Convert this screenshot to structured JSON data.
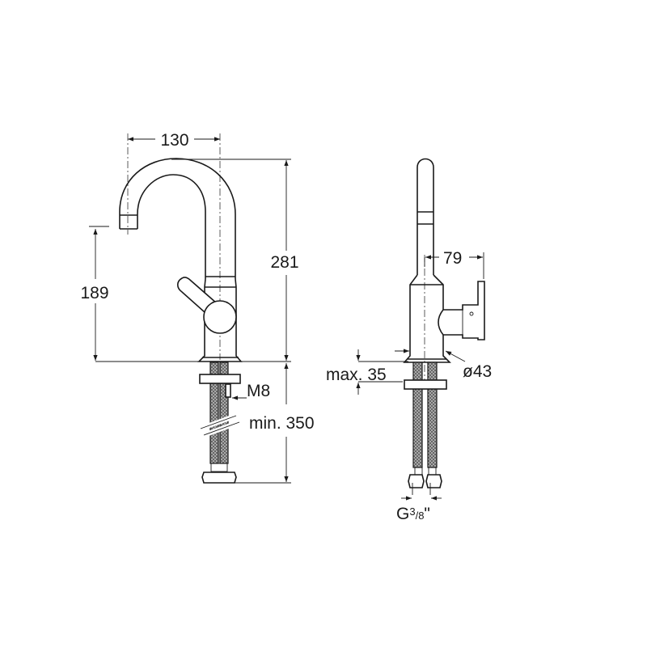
{
  "drawing": {
    "front_view": {
      "dim_spout_reach": "130",
      "dim_total_height": "281",
      "dim_spout_height": "189",
      "dim_bolt": "M8",
      "dim_hose_length": "min. 350"
    },
    "side_view": {
      "dim_handle_reach": "79",
      "dim_max_deck": "max. 35",
      "dim_base_diameter": "ø43",
      "dim_thread_main": "G",
      "dim_thread_fraction_num": "3",
      "dim_thread_fraction_den": "/8",
      "dim_thread_inch": "\""
    }
  }
}
